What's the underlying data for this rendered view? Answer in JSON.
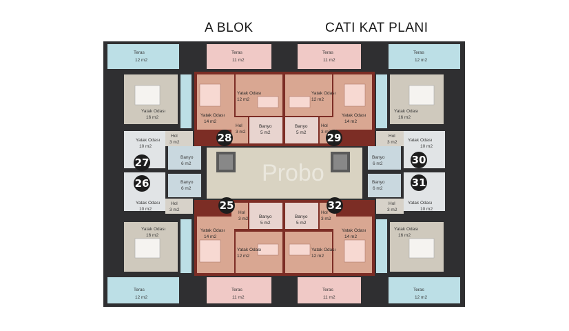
{
  "header": {
    "block_title": "A BLOK",
    "plan_title": "CATI KAT PLANI"
  },
  "watermark": "Probo",
  "labels": {
    "teras": "Teras",
    "teras_12": "12 m2",
    "teras_11": "11 m2",
    "yatak": "Yatak Odası",
    "m16": "16 m2",
    "m14": "14 m2",
    "m12": "12 m2",
    "m10": "10 m2",
    "hol": "Hol",
    "m3": "3 m2",
    "banyo": "Banyo",
    "m5": "5 m2",
    "m6": "6 m2"
  },
  "units": [
    "25",
    "26",
    "27",
    "28",
    "29",
    "30",
    "31",
    "32"
  ],
  "colors": {
    "wall": "#3a3a3c",
    "bedroom_gray": "#cfc9bd",
    "bedroom_pink": "#d9a792",
    "terrace_blue": "#bcdfe6",
    "terrace_pink": "#f0c9c6",
    "bath": "#c9d8df",
    "core": "#d9d3c2",
    "badge": "#1d1d1d"
  }
}
